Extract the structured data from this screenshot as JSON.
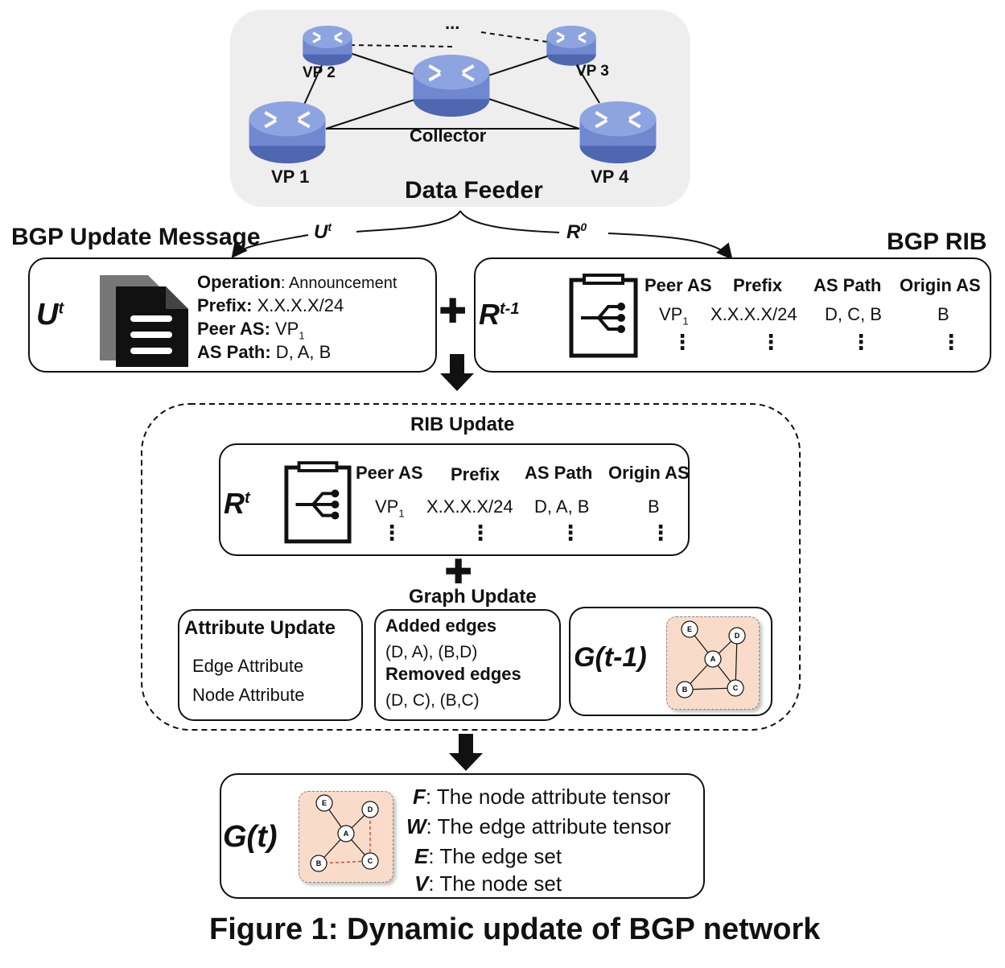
{
  "feeder": {
    "title": "Data Feeder",
    "ellipsis": "...",
    "nodes": {
      "vp1": "VP 1",
      "vp2": "VP 2",
      "vp3": "VP 3",
      "vp4": "VP 4",
      "collector": "Collector"
    }
  },
  "arrows": {
    "u_label": "U",
    "u_sup": "t",
    "r_label": "R",
    "r_sup": "0"
  },
  "update_msg": {
    "heading": "BGP Update Message",
    "symbol": "U",
    "symbol_sup": "t",
    "operation_key": "Operation",
    "operation_val": ": Announcement",
    "prefix_key": "Prefix:",
    "prefix_val": " X.X.X.X/24",
    "peer_key": "Peer AS:",
    "peer_val": " VP",
    "peer_sub": "1",
    "path_key": "AS Path:",
    "path_val": " D, A, B"
  },
  "rib": {
    "heading": "BGP RIB",
    "symbol": "R",
    "symbol_sup": "t-1",
    "columns": [
      "Peer AS",
      "Prefix",
      "AS Path",
      "Origin AS"
    ],
    "row": {
      "peer": "VP",
      "peer_sub": "1",
      "prefix": "X.X.X.X/24",
      "path": "D, C, B",
      "origin": "B"
    },
    "more": "⋮"
  },
  "plus_sign": "✚",
  "rib_update": {
    "title": "RIB Update",
    "symbol": "R",
    "symbol_sup": "t",
    "columns": [
      "Peer AS",
      "Prefix",
      "AS Path",
      "Origin AS"
    ],
    "row": {
      "peer": "VP",
      "peer_sub": "1",
      "prefix": "X.X.X.X/24",
      "path": "D, A, B",
      "origin": "B"
    },
    "more": "⋮"
  },
  "graph_update": {
    "title": "Graph Update",
    "attr_title": "Attribute Update",
    "attr_items": [
      "Edge Attribute",
      "Node Attribute"
    ],
    "added_title": "Added edges",
    "added_list": "(D, A), (B,D)",
    "removed_title": "Removed edges",
    "removed_list": "(D, C), (B,C)",
    "prev_graph_label": "G(t-1)"
  },
  "graph_nodes": [
    "E",
    "D",
    "A",
    "B",
    "C"
  ],
  "result": {
    "graph_label": "G(t)",
    "items": [
      {
        "sym": "F",
        "text": ": The node attribute tensor"
      },
      {
        "sym": "W",
        "text": ": The edge attribute tensor"
      },
      {
        "sym": "E",
        "text": ": The edge set"
      },
      {
        "sym": "V",
        "text": ": The node set"
      }
    ]
  },
  "caption": "Figure 1: Dynamic update of BGP network",
  "colors": {
    "router": "#6f88cf",
    "router_top": "#8ea4e0",
    "feeder_bg": "#eeeeee",
    "graph_bg": "#f8dcc9",
    "removed_edge": "#d32020"
  }
}
